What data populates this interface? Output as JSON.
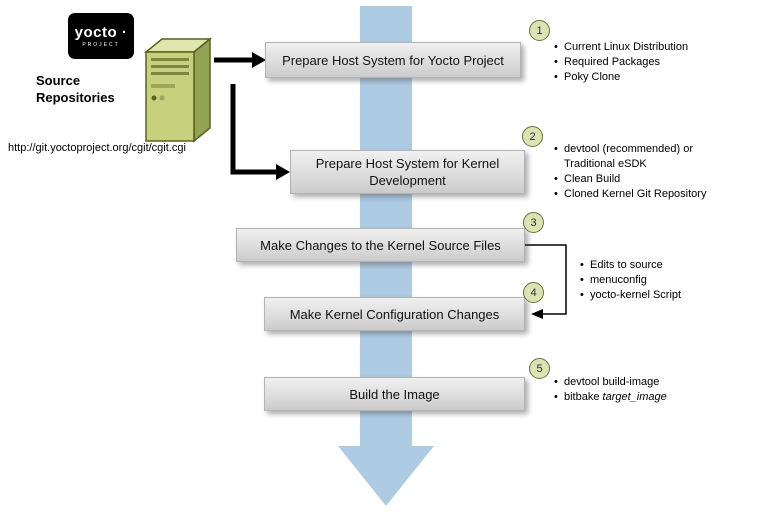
{
  "logo": {
    "name": "yocto ·",
    "subtitle": "PROJECT"
  },
  "source_repositories": {
    "label_line1": "Source",
    "label_line2": "Repositories",
    "url": "http://git.yoctoproject.org/cgit/cgit.cgi"
  },
  "steps": [
    {
      "num": "1",
      "label": "Prepare Host System for Yocto Project",
      "bullets": [
        "Current Linux Distribution",
        "Required Packages",
        "Poky Clone"
      ]
    },
    {
      "num": "2",
      "label": "Prepare Host System for Kernel Development",
      "bullets": [
        "devtool (recommended) or Traditional eSDK",
        "Clean Build",
        "Cloned Kernel Git Repository"
      ]
    },
    {
      "num": "3",
      "label": "Make Changes to the Kernel Source Files"
    },
    {
      "num": "4",
      "label": "Make Kernel Configuration Changes"
    },
    {
      "num": "5",
      "label": "Build the Image",
      "bullets": [
        "devtool build-image"
      ],
      "bullet2_prefix": "bitbake ",
      "bullet2_italic": "target_image"
    }
  ],
  "shared_bullets": [
    "Edits to source",
    "menuconfig",
    "yocto-kernel Script"
  ],
  "colors": {
    "flow_arrow": "#aecbe4",
    "step_circle_fill": "#dce3b2",
    "step_circle_border": "#65743a"
  }
}
